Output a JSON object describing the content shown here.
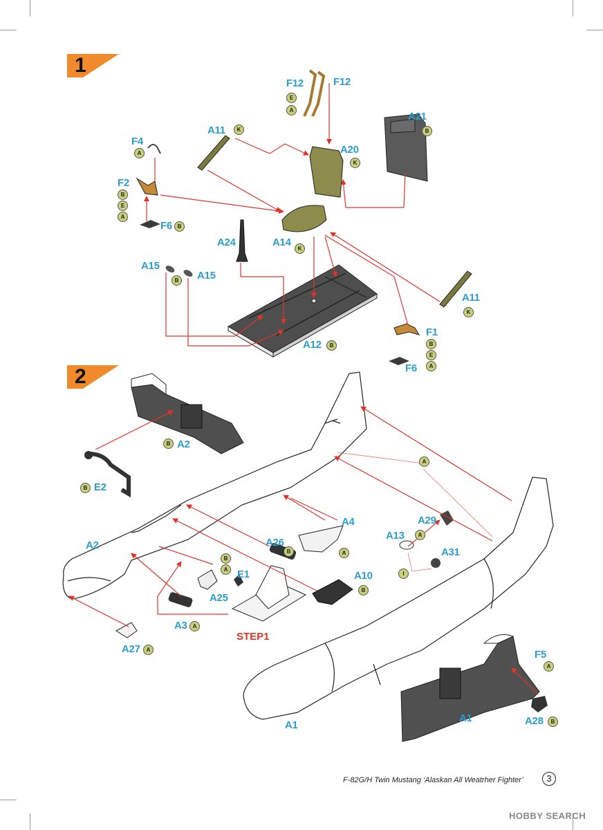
{
  "steps": {
    "s1": "1",
    "s2": "2"
  },
  "labels": {
    "F12a": "F12",
    "F12b": "F12",
    "A21": "A21",
    "A11a": "A11",
    "A20": "A20",
    "F4": "F4",
    "F2": "F2",
    "F6a": "F6",
    "A24": "A24",
    "A14": "A14",
    "A15a": "A15",
    "A15b": "A15",
    "A11b": "A11",
    "F1": "F1",
    "A12": "A12",
    "F6b": "F6",
    "A2a": "A2",
    "E2": "E2",
    "A4": "A4",
    "A29": "A29",
    "A13": "A13",
    "A31": "A31",
    "A2b": "A2",
    "A26": "A26",
    "E1": "E1",
    "A10": "A10",
    "A25": "A25",
    "A3": "A3",
    "A27": "A27",
    "F5": "F5",
    "A1a": "A1",
    "A1b": "A1",
    "A28": "A28"
  },
  "badges": {
    "F12_E": "E",
    "F12_A": "A",
    "A11a_K": "K",
    "A21_B": "B",
    "A20_K": "K",
    "F4_A": "A",
    "F2_B": "B",
    "F2_E": "E",
    "F2_A": "A",
    "F6a_B": "B",
    "A14_K": "K",
    "A15_B": "B",
    "A11b_K": "K",
    "F1_B": "B",
    "F1_E": "E",
    "F1_A": "A",
    "A12_B": "B",
    "A2a_B": "B",
    "E2_B": "B",
    "tail_A": "A",
    "A4_A": "A",
    "A13_A": "A",
    "A26_B": "B",
    "E1_B": "B",
    "E1_A": "A",
    "A10_B": "B",
    "A31_I": "I",
    "A3_A": "A",
    "A27_A": "A",
    "F5_A": "A",
    "A28_B": "B"
  },
  "step1_callout": "STEP1",
  "footer": {
    "title": "F-82G/H Twin Mustang ‘Alaskan All Weatrher Fighter’",
    "page": "3"
  },
  "watermark": "HOBBY SEARCH",
  "colors": {
    "accent_orange": "#f08a2a",
    "callout_blue": "#2a9fcf",
    "arrow_red": "#e0342a",
    "badge_green": "#c8d07a",
    "part_gray": "#4a4a4a",
    "seat_olive": "#8a8a4a"
  }
}
